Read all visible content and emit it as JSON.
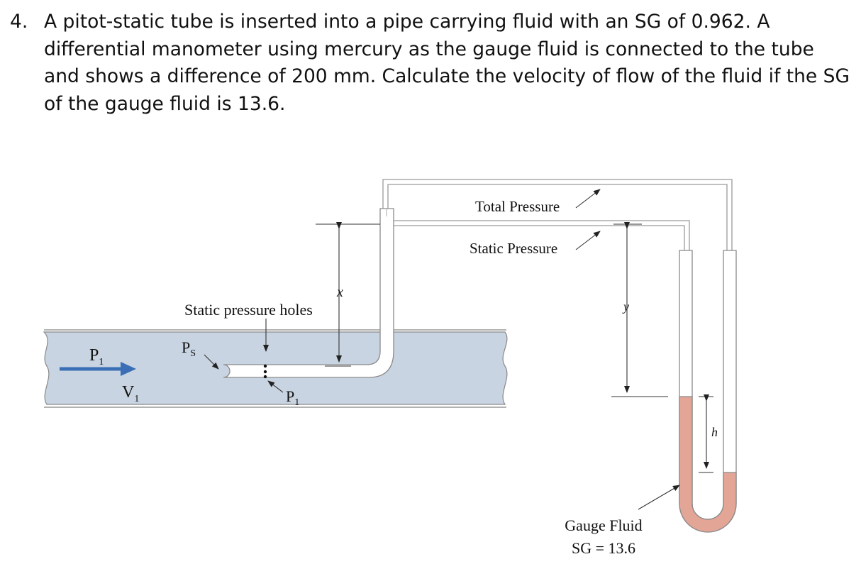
{
  "question": {
    "number": "4.",
    "text": "A pitot-static tube is inserted into a pipe carrying fluid with an SG of 0.962. A differential manometer using mercury as the gauge fluid is connected to the tube and shows a difference of 200 mm. Calculate the velocity of flow of the fluid if the SG of the gauge fluid is 13.6."
  },
  "diagram": {
    "total_pressure": "Total Pressure",
    "static_pressure": "Static Pressure",
    "static_pressure_holes": "Static pressure holes",
    "x_label": "x",
    "y_label": "y",
    "h_label": "h",
    "p1_left": "P",
    "p1_left_sub": "1",
    "v1": "V",
    "v1_sub": "1",
    "ps": "P",
    "ps_sub": "S",
    "p1_tip": "P",
    "p1_tip_sub": "1",
    "gauge_fluid_line1": "Gauge Fluid",
    "gauge_fluid_line2": "SG = 13.6"
  },
  "colors": {
    "pipe_fluid": "#c9d4e2",
    "flow_arrow": "#3a6fb5",
    "gauge_fluid": "#e2a596"
  }
}
